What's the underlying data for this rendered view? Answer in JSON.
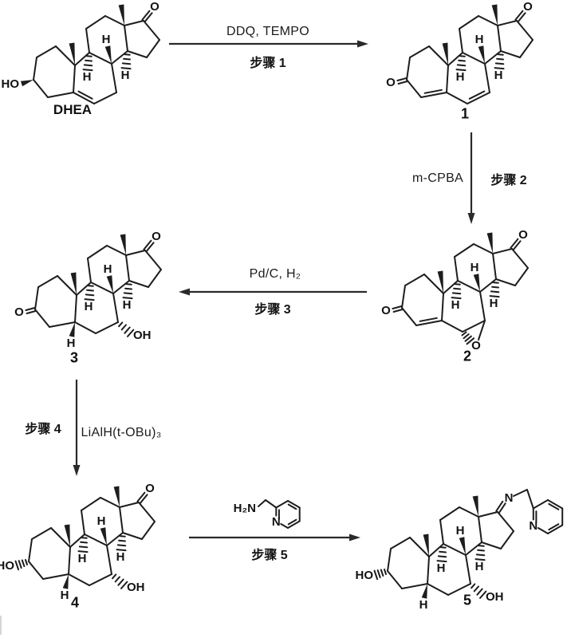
{
  "atoms": {
    "o": "O",
    "ho": "HO",
    "oh": "OH",
    "h": "H",
    "n": "N",
    "h2n": "H₂N"
  },
  "compounds": [
    {
      "id": "dhea",
      "label": "DHEA"
    },
    {
      "id": "c1",
      "label": "1"
    },
    {
      "id": "c2",
      "label": "2"
    },
    {
      "id": "c3",
      "label": "3"
    },
    {
      "id": "c4",
      "label": "4"
    },
    {
      "id": "c5",
      "label": "5"
    }
  ],
  "steps": [
    {
      "id": "step1",
      "reagents": "DDQ, TEMPO",
      "label": "步骤 1",
      "direction": "right"
    },
    {
      "id": "step2",
      "reagents": "m-CPBA",
      "label": "步骤 2",
      "direction": "down"
    },
    {
      "id": "step3",
      "reagents": "Pd/C, H₂",
      "label": "步骤 3",
      "direction": "left"
    },
    {
      "id": "step4",
      "reagents": "LiAlH(t-OBu)₃",
      "label": "步骤 4",
      "direction": "down"
    },
    {
      "id": "step5",
      "reagents": "",
      "label": "步骤 5",
      "direction": "right"
    }
  ],
  "colors": {
    "ink": "#1d1d1d",
    "background": "#ffffff"
  }
}
